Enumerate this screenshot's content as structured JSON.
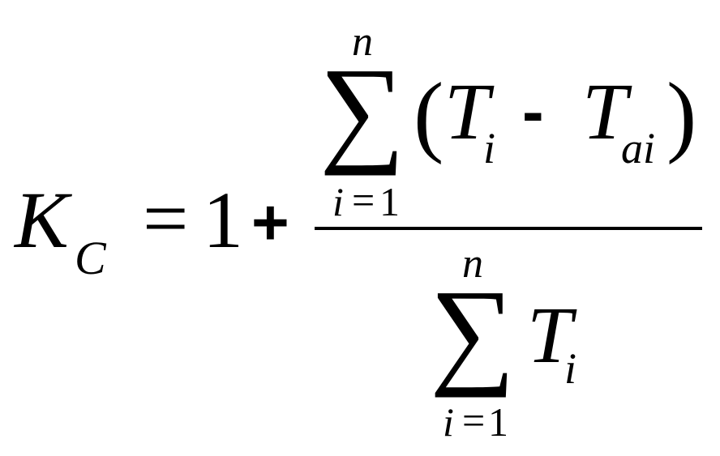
{
  "formula": {
    "lhs": {
      "symbol": "K",
      "subscript": "C"
    },
    "equals": "=",
    "one": "1",
    "plus": "+",
    "numerator": {
      "sum_symbol": "∑",
      "upper_limit": "n",
      "lower_index": "i",
      "lower_equals": "=",
      "lower_value": "1",
      "open_paren": "(",
      "term1_symbol": "T",
      "term1_subscript": "i",
      "minus": "-",
      "term2_symbol": "T",
      "term2_subscript": "ai",
      "close_paren": ")"
    },
    "denominator": {
      "sum_symbol": "∑",
      "upper_limit": "n",
      "lower_index": "i",
      "lower_equals": "=",
      "lower_value": "1",
      "term_symbol": "T",
      "term_subscript": "i"
    }
  }
}
